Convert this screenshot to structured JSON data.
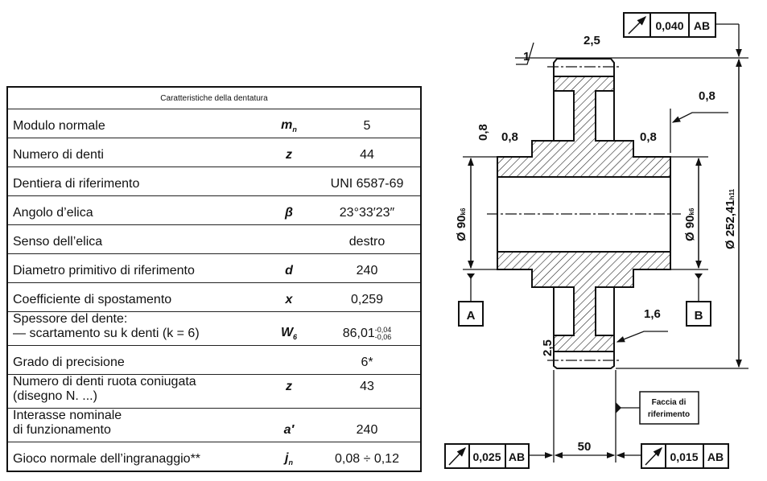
{
  "table": {
    "title": "Caratteristiche della dentatura",
    "rows": [
      {
        "label": "Modulo normale",
        "symbol": "m",
        "sub": "n",
        "value": "5"
      },
      {
        "label": "Numero di denti",
        "symbol": "z",
        "value": "44"
      },
      {
        "label": "Dentiera di riferimento",
        "symbol": "",
        "value": "UNI 6587-69"
      },
      {
        "label": "Angolo d’elica",
        "symbol": "β",
        "value": "23°33′23″"
      },
      {
        "label": "Senso dell’elica",
        "symbol": "",
        "value": "destro"
      },
      {
        "label": "Diametro primitivo di riferimento",
        "symbol": "d",
        "value": "240"
      },
      {
        "label": "Coefficiente di spostamento",
        "symbol": "x",
        "value": "0,259"
      },
      {
        "label": "Spessore del dente:",
        "label2": "— scartamento su k denti (k = 6)",
        "symbol": "W",
        "sub": "6",
        "value": "86,01",
        "tol_upper": "-0,04",
        "tol_lower": "-0,06"
      },
      {
        "label": "Grado di precisione",
        "symbol": "",
        "value": "6*"
      },
      {
        "label": "Numero di denti ruota coniugata",
        "label2": "(disegno N. ...)",
        "symbol": "z",
        "value": "43"
      },
      {
        "label": "Interasse nominale",
        "label2": "di funzionamento",
        "symbol": "a′",
        "value": "240"
      },
      {
        "label": "Gioco normale dell’ingranaggio**",
        "symbol": "j",
        "sub": "n",
        "value": "0,08 ÷ 0,12"
      }
    ]
  },
  "drawing": {
    "roughness": {
      "top_left": "1",
      "top": "2,5",
      "hub_left": "0,8",
      "hub_left_v": "0,8",
      "hub_right": "0,8",
      "right": "0,8",
      "bottom_right": "1,6",
      "bottom_left": "2,5"
    },
    "dims": {
      "outer": "Ø 252,41",
      "outer_tol": "h11",
      "bore_left": "Ø 90",
      "bore_right": "Ø 90",
      "bore_tol": "k6",
      "width": "50"
    },
    "datums": {
      "a": "A",
      "b": "B"
    },
    "tolerances": [
      {
        "id": "top",
        "value": "0,040",
        "ref": "AB"
      },
      {
        "id": "bottom-left",
        "value": "0,025",
        "ref": "AB"
      },
      {
        "id": "bottom-right",
        "value": "0,015",
        "ref": "AB"
      }
    ],
    "note": {
      "line1": "Faccia di",
      "line2": "riferimento"
    }
  }
}
